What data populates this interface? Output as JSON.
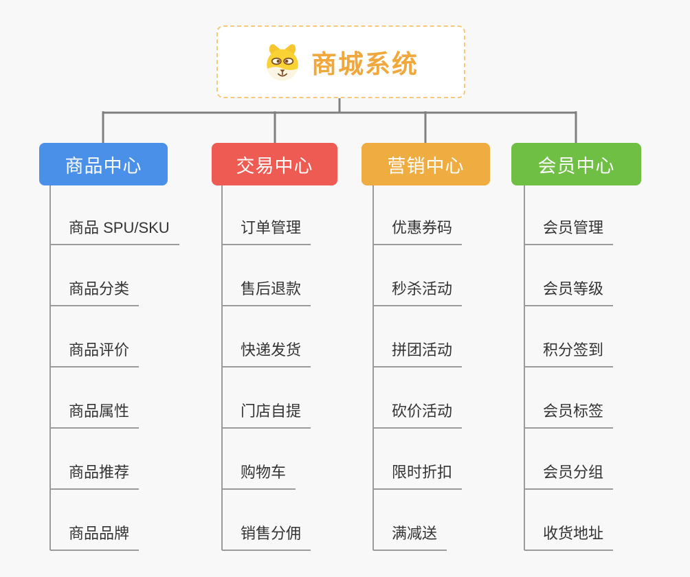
{
  "root": {
    "title": "商城系统",
    "icon": "shiba-dog-icon"
  },
  "branches": [
    {
      "label": "商品中心",
      "color": "#4a90e8",
      "children": [
        "商品 SPU/SKU",
        "商品分类",
        "商品评价",
        "商品属性",
        "商品推荐",
        "商品品牌"
      ]
    },
    {
      "label": "交易中心",
      "color": "#ee5b52",
      "children": [
        "订单管理",
        "售后退款",
        "快递发货",
        "门店自提",
        "购物车",
        "销售分佣"
      ]
    },
    {
      "label": "营销中心",
      "color": "#eeac41",
      "children": [
        "优惠券码",
        "秒杀活动",
        "拼团活动",
        "砍价活动",
        "限时折扣",
        "满减送"
      ]
    },
    {
      "label": "会员中心",
      "color": "#6fbf44",
      "children": [
        "会员管理",
        "会员等级",
        "积分签到",
        "会员标签",
        "会员分组",
        "收货地址"
      ]
    }
  ],
  "colors": {
    "background": "#f8f8f8",
    "root_text": "#f0a73c",
    "root_border": "#f6c879",
    "wire_dark": "#7f7f7f",
    "wire_light": "#9a9a9a",
    "leaf_text": "#333333"
  }
}
